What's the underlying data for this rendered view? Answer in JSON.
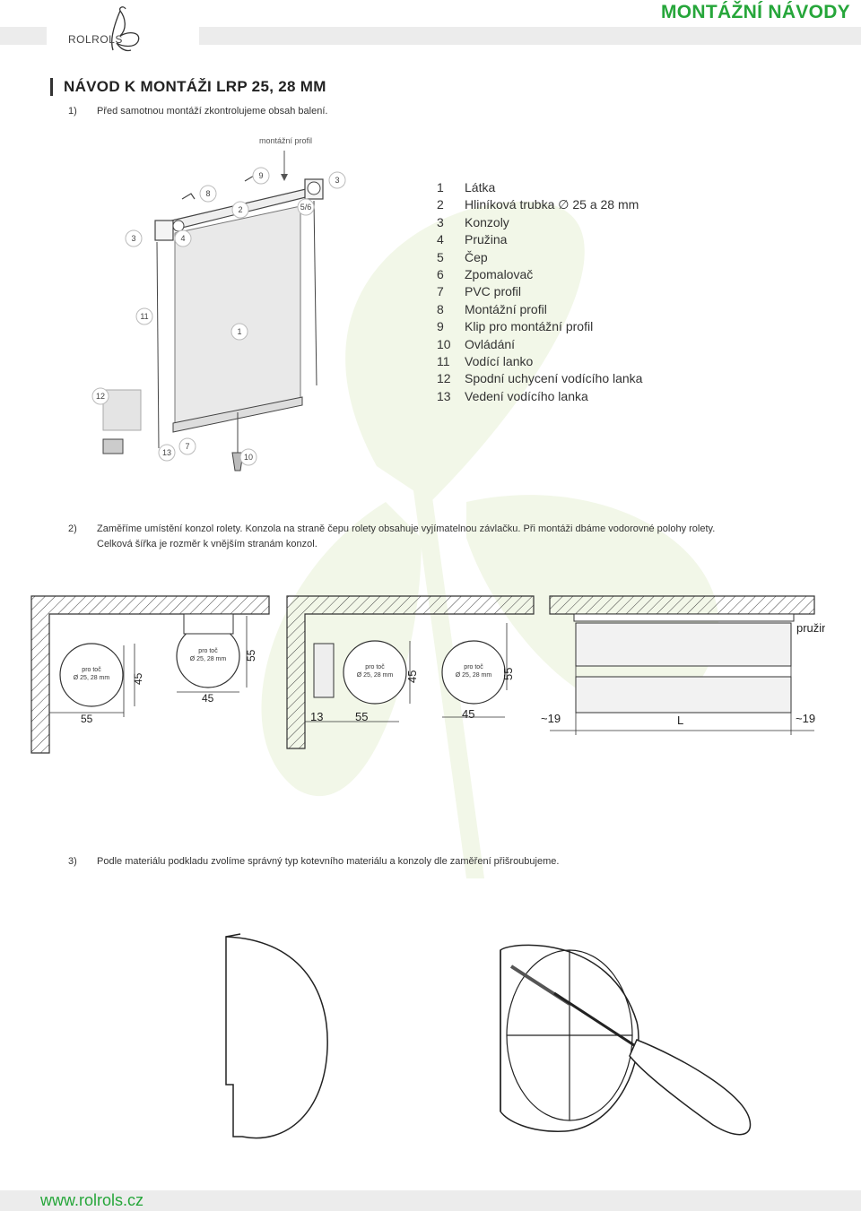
{
  "header": {
    "title": "MONTÁŽNÍ NÁVODY",
    "logo_text": "ROLROLS",
    "accent": "#26a63a"
  },
  "section": {
    "title": "NÁVOD K MONTÁŽI LRP 25, 28 MM"
  },
  "steps": [
    {
      "num": "1)",
      "text": "Před samotnou montáží zkontrolujeme obsah balení."
    },
    {
      "num": "2)",
      "text": "Zaměříme umístění konzol rolety. Konzola na straně čepu rolety obsahuje vyjímatelnou závlačku. Při montáži dbáme vodorovné polohy rolety.",
      "text2": "Celková šířka je rozměr k vnějším stranám konzol."
    },
    {
      "num": "3)",
      "text": "Podle materiálu podkladu zvolíme správný typ kotevního materiálu a konzoly dle zaměření přišroubujeme."
    }
  ],
  "figure1": {
    "callout_title": "montážní profil",
    "labels": [
      "9",
      "8",
      "2",
      "5/6",
      "3",
      "3",
      "4",
      "11",
      "1",
      "12",
      "13",
      "7",
      "10"
    ]
  },
  "parts": [
    {
      "n": "1",
      "label": "Látka"
    },
    {
      "n": "2",
      "label": "Hliníková trubka ∅ 25 a 28 mm"
    },
    {
      "n": "3",
      "label": "Konzoly"
    },
    {
      "n": "4",
      "label": "Pružina"
    },
    {
      "n": "5",
      "label": "Čep"
    },
    {
      "n": "6",
      "label": "Zpomalovač"
    },
    {
      "n": "7",
      "label": "PVC profil"
    },
    {
      "n": "8",
      "label": "Montážní profil"
    },
    {
      "n": "9",
      "label": "Klip pro montážní profil"
    },
    {
      "n": "10",
      "label": "Ovládání"
    },
    {
      "n": "11",
      "label": "Vodící lanko"
    },
    {
      "n": "12",
      "label": "Spodní uchycení vodícího lanka"
    },
    {
      "n": "13",
      "label": "Vedení vodícího lanka"
    }
  ],
  "figure2": {
    "circle_label_1": "pro toč",
    "circle_label_2": "Ø 25, 28 mm",
    "dims": {
      "d55a": "55",
      "d45a": "45",
      "d55b": "55",
      "d45b": "45",
      "d13": "13",
      "d55c": "55",
      "d45c": "45",
      "d45d": "45",
      "d55d": "55",
      "tilde19a": "~19",
      "L": "L",
      "tilde19b": "~19",
      "pruzina": "pružina"
    }
  },
  "footer": {
    "url": "www.rolrols.cz"
  }
}
